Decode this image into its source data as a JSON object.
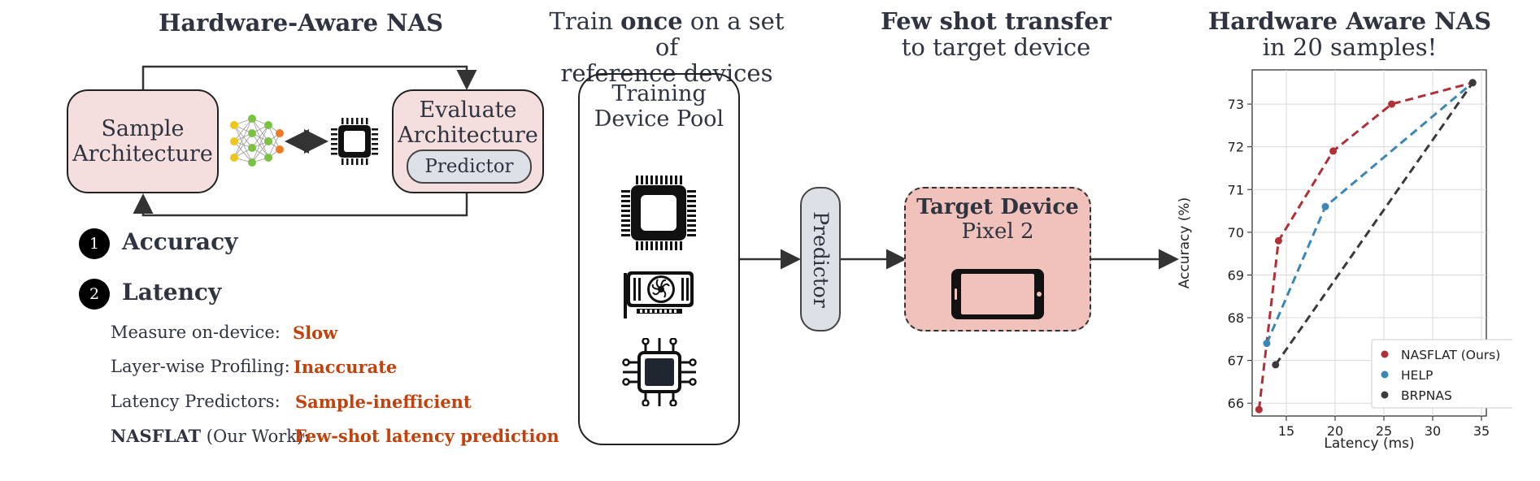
{
  "panel1": {
    "title": "Hardware-Aware NAS",
    "sample_box": [
      "Sample",
      "Architecture"
    ],
    "evaluate_box": [
      "Evaluate",
      "Architecture"
    ],
    "predictor_label": "Predictor",
    "metrics": [
      {
        "number": "1",
        "label": "Accuracy"
      },
      {
        "number": "2",
        "label": "Latency"
      }
    ],
    "latency_methods": [
      {
        "method": "Measure on-device:",
        "verdict": "Slow"
      },
      {
        "method": "Layer-wise Profiling:",
        "verdict": "Inaccurate"
      },
      {
        "method": "Latency Predictors:",
        "verdict": "Sample-inefficient"
      },
      {
        "method_bold": "NASFLAT",
        "method": " (Our Work):",
        "verdict": "Few-shot latency prediction"
      }
    ]
  },
  "panel2": {
    "title_pre": "Train ",
    "title_bold": "once",
    "title_post": " on a set of",
    "title_line2": "reference devices",
    "pool_label": [
      "Training",
      "Device Pool"
    ],
    "predictor_label": "Predictor"
  },
  "panel3": {
    "title_bold": "Few shot transfer",
    "title_line2": "to target device",
    "target_title": "Target Device",
    "target_device": "Pixel 2"
  },
  "panel4": {
    "title_bold": "Hardware Aware NAS",
    "title_line2": "in 20 samples!"
  },
  "colors": {
    "accent_orange": "#c2410c",
    "box_pink": "#f4dede",
    "target_pink": "#f1c1bb",
    "predictor_gray": "#dde0e6"
  },
  "chart_data": {
    "type": "line",
    "xlabel": "Latency (ms)",
    "ylabel": "Accuracy (%)",
    "xlim": [
      11.5,
      35.5
    ],
    "ylim": [
      65.7,
      73.8
    ],
    "xticks": [
      15,
      20,
      25,
      30,
      35
    ],
    "yticks": [
      66,
      67,
      68,
      69,
      70,
      71,
      72,
      73
    ],
    "grid": true,
    "legend_position": "bottom-right",
    "series": [
      {
        "name": "NASFLAT (Ours)",
        "color": "#b03036",
        "x": [
          12.2,
          14.2,
          19.8,
          25.8,
          34.1
        ],
        "y": [
          65.85,
          69.8,
          71.9,
          73.0,
          73.5
        ]
      },
      {
        "name": "HELP",
        "color": "#3a87b5",
        "x": [
          13.0,
          19.0,
          34.1
        ],
        "y": [
          67.4,
          70.6,
          73.5
        ]
      },
      {
        "name": "BRPNAS",
        "color": "#3a3a3a",
        "x": [
          13.9,
          34.1
        ],
        "y": [
          66.9,
          73.5
        ]
      }
    ]
  }
}
